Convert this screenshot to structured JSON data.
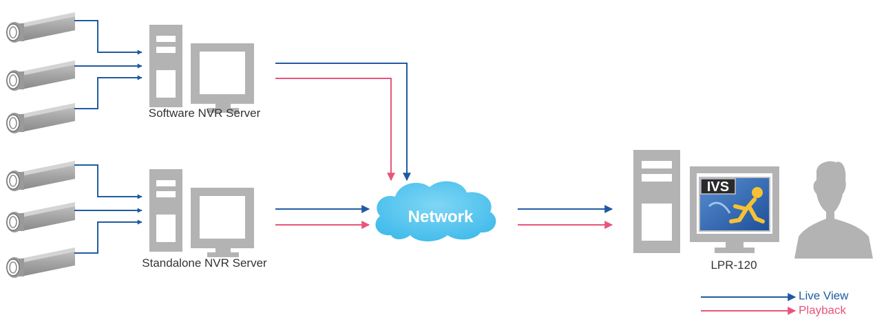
{
  "nodes": {
    "software_nvr": {
      "label": "Software NVR Server"
    },
    "standalone_nvr": {
      "label": "Standalone NVR Server"
    },
    "network": {
      "label": "Network"
    },
    "lpr": {
      "label": "LPR-120",
      "screen_logo": "IVS"
    }
  },
  "legend": {
    "live_view": "Live View",
    "playback": "Playback"
  },
  "colors": {
    "live_view": "#1f5aa0",
    "playback": "#e8547a",
    "device_gray": "#b3b3b3",
    "cloud": "#56c8f0"
  }
}
